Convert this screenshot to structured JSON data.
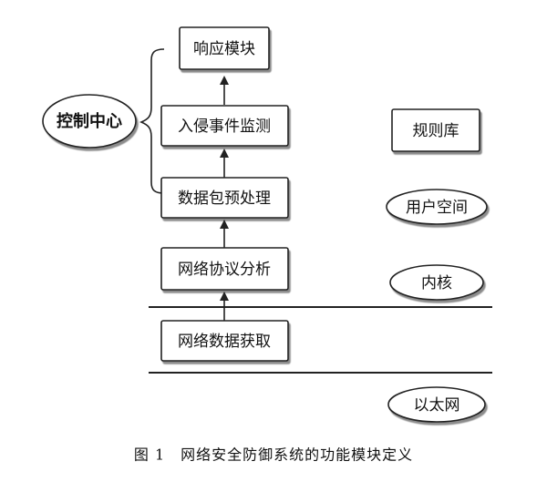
{
  "modules": {
    "response": "响应模块",
    "intrusion_detection": "入侵事件监测",
    "packet_preprocessing": "数据包预处理",
    "protocol_analysis": "网络协议分析",
    "data_acquisition": "网络数据获取"
  },
  "control_center": "控制中心",
  "rule_base": "规则库",
  "layers": {
    "user_space": "用户空间",
    "kernel": "内核",
    "ethernet": "以太网"
  },
  "caption": "图 1　网络安全防御系统的功能模块定义"
}
